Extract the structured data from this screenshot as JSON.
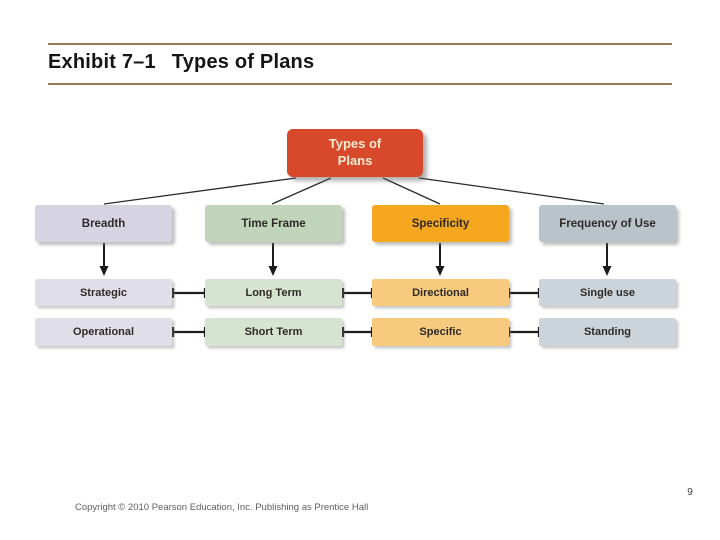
{
  "title": {
    "exhibit": "Exhibit 7–1",
    "text": "Types of Plans"
  },
  "root": {
    "label": "Types of Plans",
    "color": "#d8482b",
    "text_color": "#f6ecd4"
  },
  "columns": [
    {
      "category": "Breadth",
      "category_color": "#d6d3e3",
      "item_color": "#e0dee9",
      "items": [
        "Strategic",
        "Operational"
      ]
    },
    {
      "category": "Time Frame",
      "category_color": "#c0d5ba",
      "item_color": "#d5e3cf",
      "items": [
        "Long Term",
        "Short Term"
      ]
    },
    {
      "category": "Specificity",
      "category_color": "#f4a71f",
      "item_color": "#f8ca7e",
      "items": [
        "Directional",
        "Specific"
      ]
    },
    {
      "category": "Frequency of Use",
      "category_color": "#b8c3ca",
      "item_color": "#cbd4da",
      "items": [
        "Single use",
        "Standing"
      ]
    }
  ],
  "footer": {
    "copyright": "Copyright © 2010 Pearson Education, Inc. Publishing as Prentice Hall",
    "page_number": "9"
  },
  "colors": {
    "connector": "#2b2b2b",
    "title_rule": "#8e7d56",
    "box_text": "#2f2b28",
    "background": "#ffffff"
  }
}
